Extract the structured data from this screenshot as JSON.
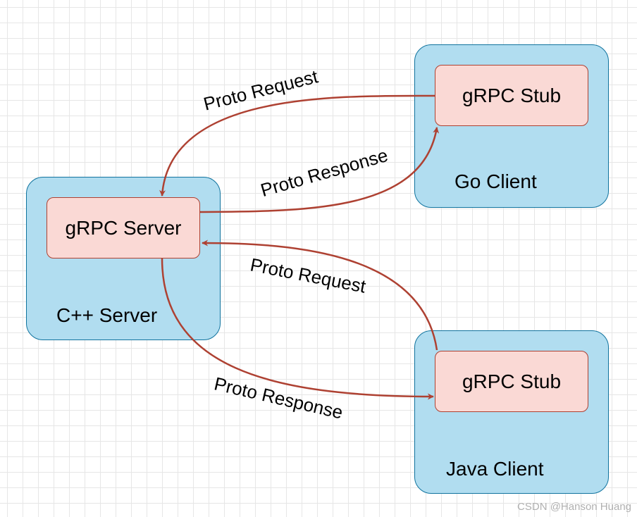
{
  "nodes": {
    "go_client": {
      "label": "Go Client",
      "stub": "gRPC Stub"
    },
    "cpp_server": {
      "label": "C++ Server",
      "server": "gRPC Server"
    },
    "java_client": {
      "label": "Java Client",
      "stub": "gRPC Stub"
    }
  },
  "edges": {
    "go_request": "Proto Request",
    "go_response": "Proto Response",
    "java_request": "Proto Request",
    "java_response": "Proto Response"
  },
  "colors": {
    "container_fill": "#b1ddf0",
    "container_stroke": "#10739e",
    "box_fill": "#fad9d5",
    "box_stroke": "#ae4132",
    "arrow": "#ae4132"
  },
  "watermark": "CSDN @Hanson Huang"
}
